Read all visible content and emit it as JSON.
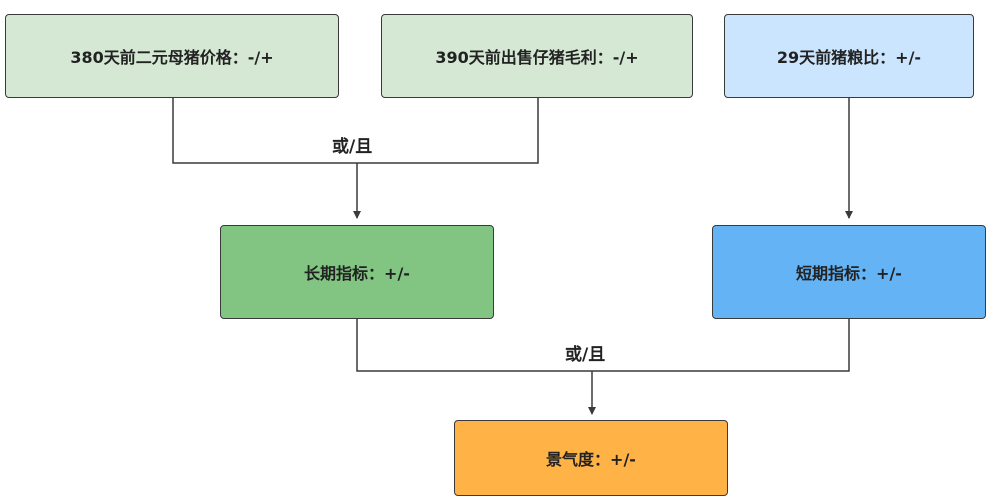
{
  "nodes": {
    "sow_price": {
      "label": "380天前二元母猪价格：-/+",
      "color": "#d5e8d4"
    },
    "piglet_profit": {
      "label": "390天前出售仔猪毛利：-/+",
      "color": "#d5e8d4"
    },
    "hog_grain_ratio": {
      "label": "29天前猪粮比：+/-",
      "color": "#cce5ff"
    },
    "long_term": {
      "label": "长期指标：+/-",
      "color": "#82c582"
    },
    "short_term": {
      "label": "短期指标：+/-",
      "color": "#63b3f5"
    },
    "prosperity": {
      "label": "景气度：+/-",
      "color": "#ffb347"
    }
  },
  "connectors": {
    "upper_join_label": "或/且",
    "lower_join_label": "或/且"
  }
}
